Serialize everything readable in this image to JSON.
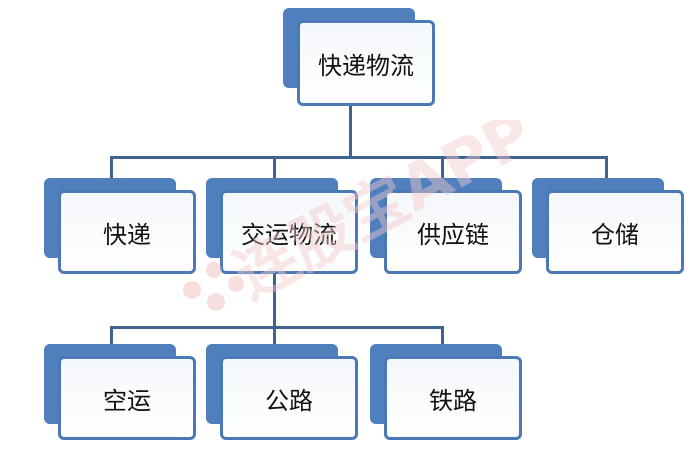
{
  "diagram": {
    "root": {
      "label": "快递物流"
    },
    "level1": [
      {
        "label": "快递"
      },
      {
        "label": "交运物流"
      },
      {
        "label": "供应链"
      },
      {
        "label": "仓储"
      }
    ],
    "level2": [
      {
        "label": "空运"
      },
      {
        "label": "公路"
      },
      {
        "label": "铁路"
      }
    ]
  },
  "watermark": {
    "text": "连股宝APP"
  },
  "colors": {
    "node_border": "#4a79b5",
    "node_shadow": "#4f7fbd",
    "connector": "#3e6391",
    "watermark": "#f3c9c9"
  }
}
